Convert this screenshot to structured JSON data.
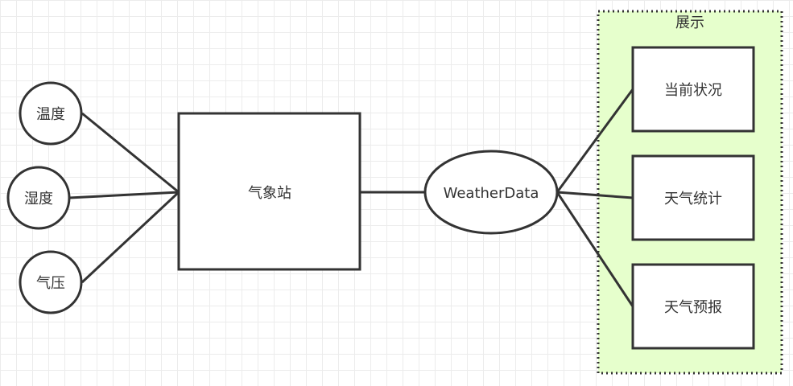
{
  "diagram": {
    "inputs": [
      "温度",
      "湿度",
      "气压"
    ],
    "station": "气象站",
    "weather_data": "WeatherData",
    "display_group": {
      "title": "展示",
      "items": [
        "当前状况",
        "天气统计",
        "天气预报"
      ]
    }
  },
  "colors": {
    "stroke": "#333333",
    "group_fill": "#e6ffcc",
    "grid": "#ececec"
  }
}
